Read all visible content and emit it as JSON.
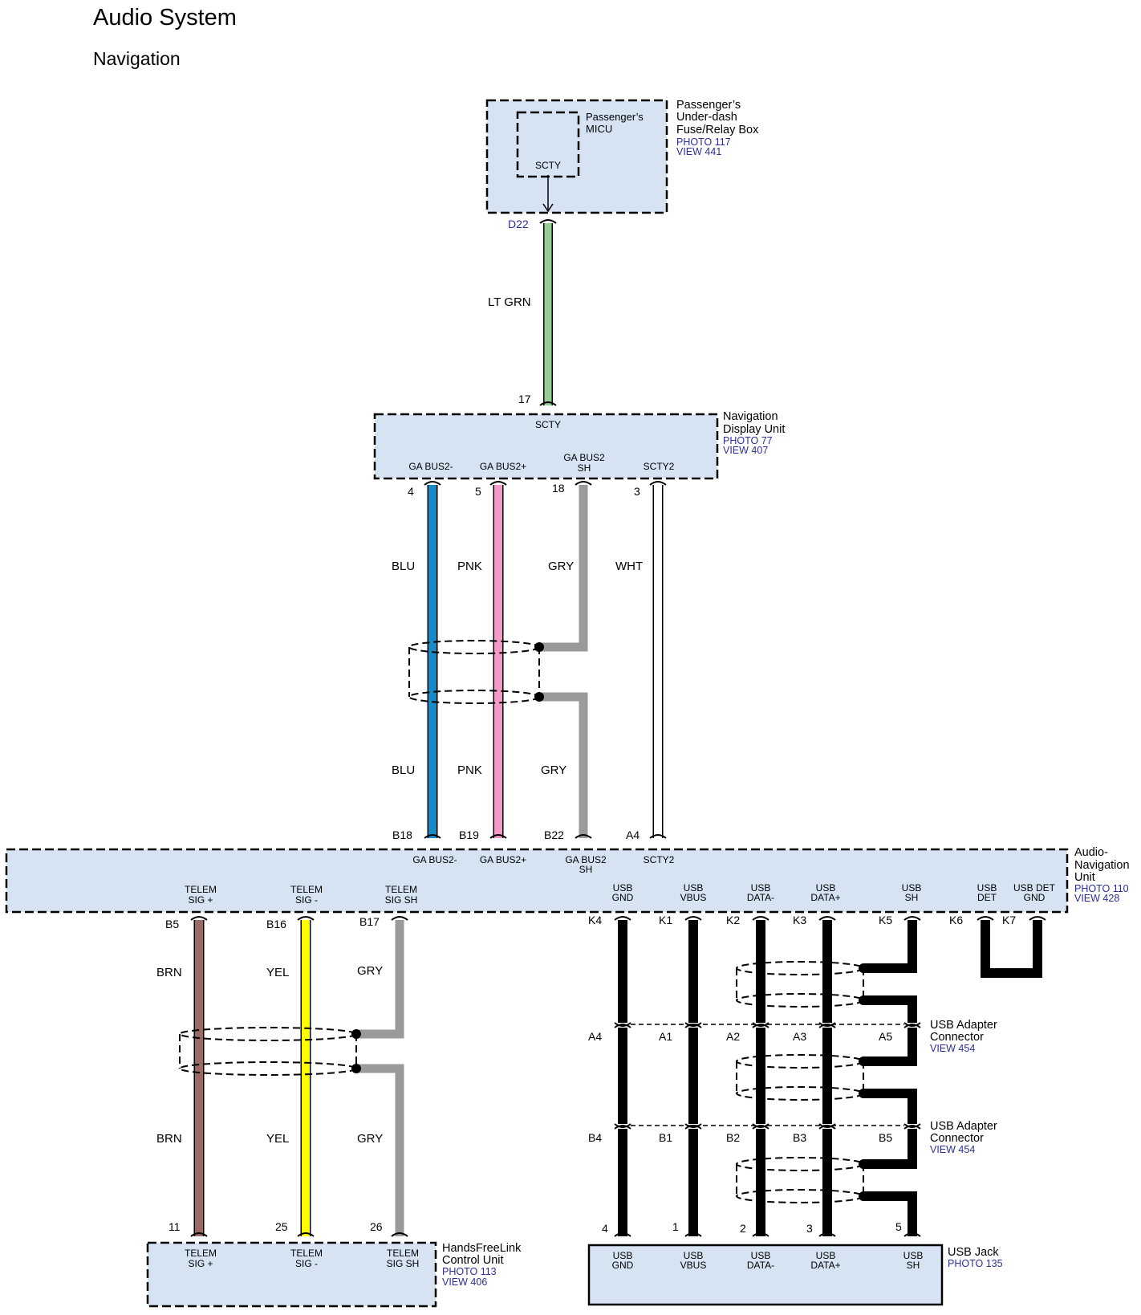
{
  "header": {
    "title": "Audio System",
    "subtitle": "Navigation"
  },
  "colors": {
    "box_fill": "#d5e3f3",
    "ref_text": "#2e2e9a",
    "LT GRN": "#97cc94",
    "BLU": "#1a8ac4",
    "PNK": "#f59ac8",
    "GRY": "#9a9a9a",
    "WHT": "#ffffff",
    "BRN": "#9b6a66",
    "YEL": "#ffff00",
    "BLK": "#000000"
  },
  "fuse_box": {
    "name_lines": [
      "Passenger’s",
      "Under-dash",
      "Fuse/Relay Box"
    ],
    "photo": "PHOTO 117",
    "view": "VIEW 441",
    "micu_lines": [
      "Passenger’s",
      "MICU"
    ],
    "micu_signal": "SCTY",
    "pin": "D22"
  },
  "nav_display": {
    "name_lines": [
      "Navigation",
      "Display Unit"
    ],
    "photo": "PHOTO 77",
    "view": "VIEW 407",
    "top_signal": "SCTY",
    "top_pin": "17",
    "signals": [
      [
        "GA BUS2-"
      ],
      [
        "GA BUS2+"
      ],
      [
        "GA BUS2",
        "SH"
      ],
      [
        "SCTY2"
      ]
    ],
    "pins": [
      "4",
      "5",
      "18",
      "3"
    ]
  },
  "wires_upper": {
    "scty": "LT GRN",
    "top_labels": [
      "BLU",
      "PNK",
      "GRY",
      "WHT"
    ],
    "bottom_labels": [
      "BLU",
      "PNK",
      "GRY"
    ]
  },
  "audio_nav": {
    "name_lines": [
      "Audio-",
      "Navigation",
      "Unit"
    ],
    "photo": "PHOTO 110",
    "view": "VIEW 428",
    "top_pins": [
      "B18",
      "B19",
      "B22",
      "A4"
    ],
    "top_signals": [
      [
        "GA BUS2-"
      ],
      [
        "GA BUS2+"
      ],
      [
        "GA BUS2",
        "SH"
      ],
      [
        "SCTY2"
      ]
    ],
    "bottom_signals": [
      [
        "TELEM",
        "SIG +"
      ],
      [
        "TELEM",
        "SIG -"
      ],
      [
        "TELEM",
        "SIG SH"
      ],
      [
        "USB",
        "GND"
      ],
      [
        "USB",
        "VBUS"
      ],
      [
        "USB",
        "DATA-"
      ],
      [
        "USB",
        "DATA+"
      ],
      [
        "USB",
        "SH"
      ],
      [
        "USB",
        "DET"
      ],
      [
        "USB DET",
        "GND"
      ]
    ],
    "bottom_pins": [
      "B5",
      "B16",
      "B17",
      "K4",
      "K1",
      "K2",
      "K3",
      "K5",
      "K6",
      "K7"
    ]
  },
  "telem_wires": {
    "top_labels": [
      "BRN",
      "YEL",
      "GRY"
    ],
    "bottom_labels": [
      "BRN",
      "YEL",
      "GRY"
    ]
  },
  "hfl": {
    "name_lines": [
      "HandsFreeLink",
      "Control Unit"
    ],
    "photo": "PHOTO 113",
    "view": "VIEW 406",
    "pins": [
      "11",
      "25",
      "26"
    ],
    "signals": [
      [
        "TELEM",
        "SIG +"
      ],
      [
        "TELEM",
        "SIG -"
      ],
      [
        "TELEM",
        "SIG SH"
      ]
    ]
  },
  "usb_adapter_1": {
    "name_lines": [
      "USB Adapter",
      "Connector"
    ],
    "view": "VIEW 454",
    "pins": [
      "A4",
      "A1",
      "A2",
      "A3",
      "A5"
    ]
  },
  "usb_adapter_2": {
    "name_lines": [
      "USB Adapter",
      "Connector"
    ],
    "view": "VIEW 454",
    "pins": [
      "B4",
      "B1",
      "B2",
      "B3",
      "B5"
    ]
  },
  "usb_jack": {
    "name": "USB Jack",
    "photo": "PHOTO 135",
    "pins": [
      "4",
      "1",
      "2",
      "3",
      "5"
    ],
    "signals": [
      [
        "USB",
        "GND"
      ],
      [
        "USB",
        "VBUS"
      ],
      [
        "USB",
        "DATA-"
      ],
      [
        "USB",
        "DATA+"
      ],
      [
        "USB",
        "SH"
      ]
    ]
  }
}
